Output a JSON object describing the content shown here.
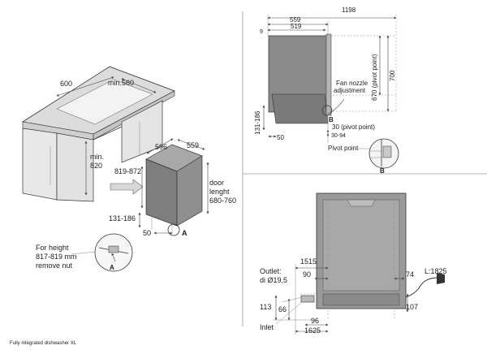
{
  "caption": "Fully integrated dishwasher XL",
  "view_iso": {
    "cab_width": "600",
    "min_depth": "min.560",
    "min_height_1": "min.",
    "min_height_2": "820",
    "adj_height": "819-872",
    "dw_width": "596",
    "dw_depth": "559",
    "door_1": "door",
    "door_2": "lenght",
    "door_3": "680-760",
    "plinth": "131-186",
    "foot": "50",
    "detail_letter": "A",
    "note_1": "For height",
    "note_2": "817-819 mm",
    "note_3": "remove nut",
    "note_letter": "A"
  },
  "view_side": {
    "total_depth": "1198",
    "depth_559": "559",
    "depth_519": "519",
    "offset_9": "9",
    "height_700": "700",
    "height_670": "670 (pivot point)",
    "fan_1": "Fan nozzle",
    "fan_2": "adjustment",
    "pivot_b": "B",
    "pivot_30": "30 (pivot point)",
    "range_30_94": "30-94",
    "plinth": "131-186",
    "foot": "50",
    "pivot_label": "Pivot point",
    "detail_b": "B"
  },
  "view_back": {
    "outlet_1": "Outlet:",
    "outlet_2": "di Ø19,5",
    "dim_1515": "1515",
    "dim_90": "90",
    "dim_74": "74",
    "cable": "L:1825",
    "dim_113": "113",
    "dim_66": "66",
    "dim_107": "107",
    "dim_96": "96",
    "dim_1625": "1625",
    "inlet": "Inlet"
  }
}
